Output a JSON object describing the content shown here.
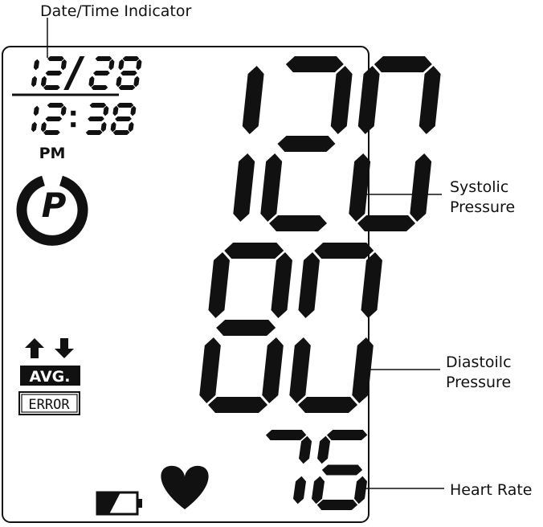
{
  "callouts": {
    "date_time": "Date/Time Indicator",
    "systolic": [
      "Systolic",
      "Pressure"
    ],
    "diastolic": [
      "Diastoilc",
      "Pressure"
    ],
    "heart_rate": "Heart Rate"
  },
  "display": {
    "date": "12/28",
    "time": "12:38",
    "period": "PM",
    "user_badge": "P",
    "systolic": "120",
    "diastolic": "80",
    "pulse": "76",
    "avg_label": "AVG.",
    "error_label": "ERROR"
  },
  "icons": {
    "up_arrow": "up-arrow-icon",
    "down_arrow": "down-arrow-icon",
    "battery": "battery-icon",
    "heart": "heart-icon"
  },
  "colors": {
    "lcd_ink": "#111111",
    "background": "#ffffff"
  }
}
